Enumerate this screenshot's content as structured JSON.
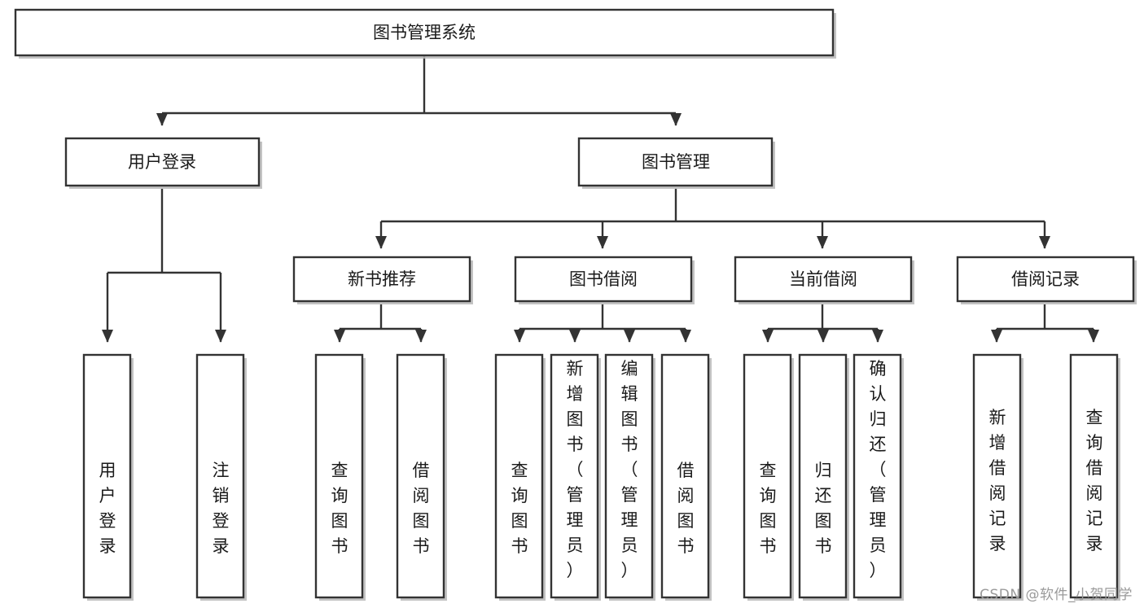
{
  "diagram": {
    "type": "tree-hierarchy-chart",
    "title": "图书管理系统",
    "watermark": "CSDN @软件_小贺同学",
    "colors": {
      "stroke": "#333333",
      "fill": "#ffffff",
      "shadow": "#b9b9b9",
      "text": "#1a1a1a",
      "watermark": "#9a9a9a"
    },
    "levels": {
      "root": {
        "label": "图书管理系统",
        "orientation": "horizontal"
      },
      "level2": [
        {
          "label": "用户登录",
          "orientation": "horizontal"
        },
        {
          "label": "图书管理",
          "orientation": "horizontal"
        }
      ],
      "level3": [
        {
          "label": "新书推荐",
          "orientation": "horizontal"
        },
        {
          "label": "图书借阅",
          "orientation": "horizontal"
        },
        {
          "label": "当前借阅",
          "orientation": "horizontal"
        },
        {
          "label": "借阅记录",
          "orientation": "horizontal"
        }
      ],
      "leaves": {
        "user_login": [
          {
            "label": "用户登录",
            "orientation": "vertical"
          },
          {
            "label": "注销登录",
            "orientation": "vertical"
          }
        ],
        "new_book_recommend": [
          {
            "label": "查询图书",
            "orientation": "vertical"
          },
          {
            "label": "借阅图书",
            "orientation": "vertical"
          }
        ],
        "book_borrow": [
          {
            "label": "查询图书",
            "orientation": "vertical"
          },
          {
            "label": "新增图书（管理员）",
            "orientation": "vertical"
          },
          {
            "label": "编辑图书（管理员）",
            "orientation": "vertical"
          },
          {
            "label": "借阅图书",
            "orientation": "vertical"
          }
        ],
        "current_borrow": [
          {
            "label": "查询图书",
            "orientation": "vertical"
          },
          {
            "label": "归还图书",
            "orientation": "vertical"
          },
          {
            "label": "确认归还（管理员）",
            "orientation": "vertical"
          }
        ],
        "borrow_record": [
          {
            "label": "新增借阅记录",
            "orientation": "vertical"
          },
          {
            "label": "查询借阅记录",
            "orientation": "vertical"
          }
        ]
      }
    }
  }
}
